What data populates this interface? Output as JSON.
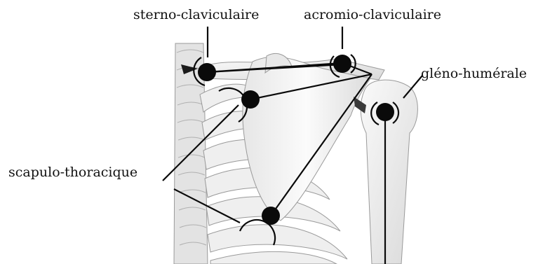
{
  "labels": {
    "sterno": "sterno-claviculaire",
    "acromio": "acromio-claviculaire",
    "gleno": "gléno-humérale",
    "scapulo": "scapulo-thoracique"
  },
  "colors": {
    "bone_fill": "#f1f1f1",
    "bone_stroke": "#8f8f8f",
    "joint": "#0a0a0a",
    "line": "#0a0a0a"
  }
}
